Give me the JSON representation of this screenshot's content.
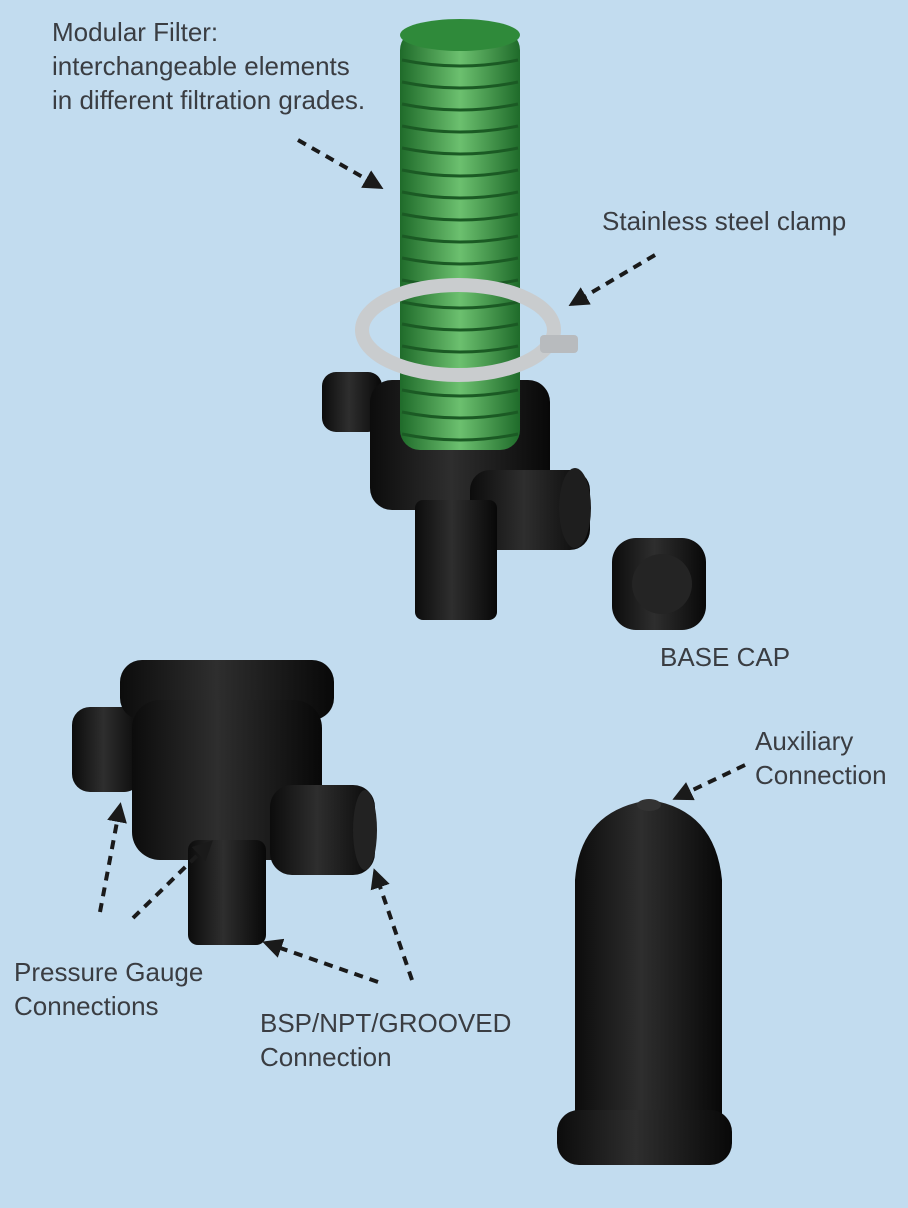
{
  "labels": {
    "modular_filter": [
      "Modular Filter:",
      "interchangeable elements",
      "in different filtration grades."
    ],
    "clamp": "Stainless steel clamp",
    "base_cap": "BASE CAP",
    "auxiliary": [
      "Auxiliary",
      "Connection"
    ],
    "pressure_gauge": [
      "Pressure Gauge",
      "Connections"
    ],
    "bsp": [
      "BSP/NPT/GROOVED",
      "Connection"
    ]
  },
  "colors": {
    "background": "#c2dcef",
    "text": "#3a3d42",
    "filter_green": "#3f9a4a",
    "plastic_black": "#141414",
    "clamp_steel": "#c9ccce"
  }
}
